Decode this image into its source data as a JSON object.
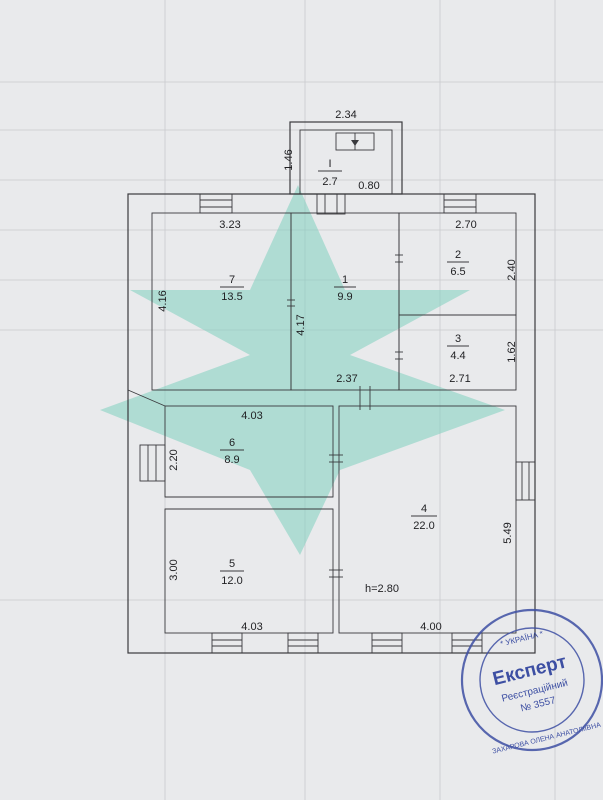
{
  "outbuilding": {
    "width": "2.34",
    "depth": "1.46",
    "room_no": "I",
    "room_area": "2.7",
    "door_width": "0.80"
  },
  "rooms": [
    {
      "no": "7",
      "area": "13.5"
    },
    {
      "no": "1",
      "area": "9.9"
    },
    {
      "no": "2",
      "area": "6.5"
    },
    {
      "no": "3",
      "area": "4.4"
    },
    {
      "no": "6",
      "area": "8.9"
    },
    {
      "no": "4",
      "area": "22.0"
    },
    {
      "no": "5",
      "area": "12.0"
    }
  ],
  "dimensions": {
    "room7_width": "3.23",
    "room7_length": "4.16",
    "room1_length": "4.17",
    "room1_width": "2.37",
    "room2_width": "2.70",
    "room2_length": "2.40",
    "room3_width": "2.71",
    "room3_length": "1.62",
    "room6_width": "4.03",
    "room6_length": "2.20",
    "room5_length": "3.00",
    "room5_width": "4.03",
    "room4_length": "5.49",
    "room4_width": "4.00",
    "ceiling_height": "h=2.80"
  },
  "stamp": {
    "title": "Експерт",
    "line_registry": "Реєстраційний",
    "line_number": "№ 3557",
    "country": "* УКРАЇНА *",
    "name": "ЗАХАРОВА ОЛЕНА АНАТОЛІЇВНА"
  },
  "colors": {
    "paper": "#e9eaec",
    "ink": "#1f1f22",
    "watermark": "#7fcfc0",
    "stamp": "#3d4fa3"
  }
}
